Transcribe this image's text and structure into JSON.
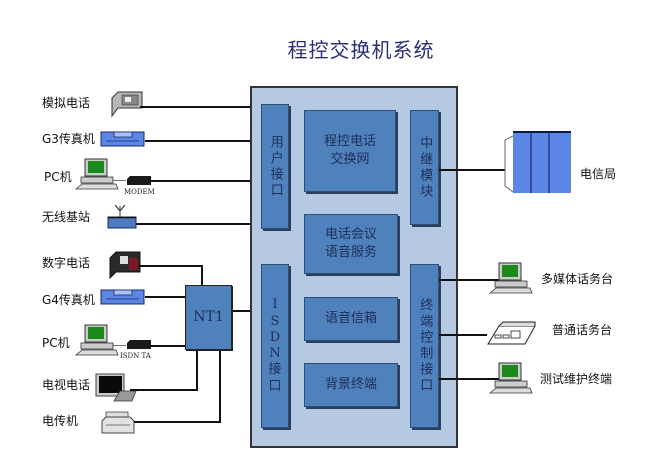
{
  "title": "程控交换机系统",
  "left_devices": [
    {
      "label": "模拟电话",
      "icon": "analog-phone-icon"
    },
    {
      "label": "G3传真机",
      "icon": "fax-icon"
    },
    {
      "label": "PC机",
      "icon": "pc-icon",
      "adapter": "MODEM"
    },
    {
      "label": "无线基站",
      "icon": "base-station-icon"
    },
    {
      "label": "数字电话",
      "icon": "digital-phone-icon"
    },
    {
      "label": "G4传真机",
      "icon": "fax-icon"
    },
    {
      "label": "PC机",
      "icon": "pc-icon",
      "adapter": "ISDN TA"
    },
    {
      "label": "电视电话",
      "icon": "video-phone-icon"
    },
    {
      "label": "电传机",
      "icon": "teletype-icon"
    }
  ],
  "nt1_label": "NT1",
  "system_blocks": {
    "user_interface": "用户接口",
    "isdn_interface": [
      "I",
      "S",
      "D",
      "N",
      "接",
      "口"
    ],
    "switch_network": [
      "程控电话",
      "交换网"
    ],
    "conference": [
      "电话会议",
      "语音服务"
    ],
    "voicemail": "语音信箱",
    "background_terminal": "背景终端",
    "trunk_module": "中继模块",
    "terminal_control": "终端控制接口"
  },
  "right_devices": [
    {
      "label": "电信局",
      "icon": "telecom-office-icon"
    },
    {
      "label": "多媒体话务台",
      "icon": "pc-icon"
    },
    {
      "label": "普通话务台",
      "icon": "console-icon"
    },
    {
      "label": "测试维护终端",
      "icon": "pc-icon"
    }
  ]
}
